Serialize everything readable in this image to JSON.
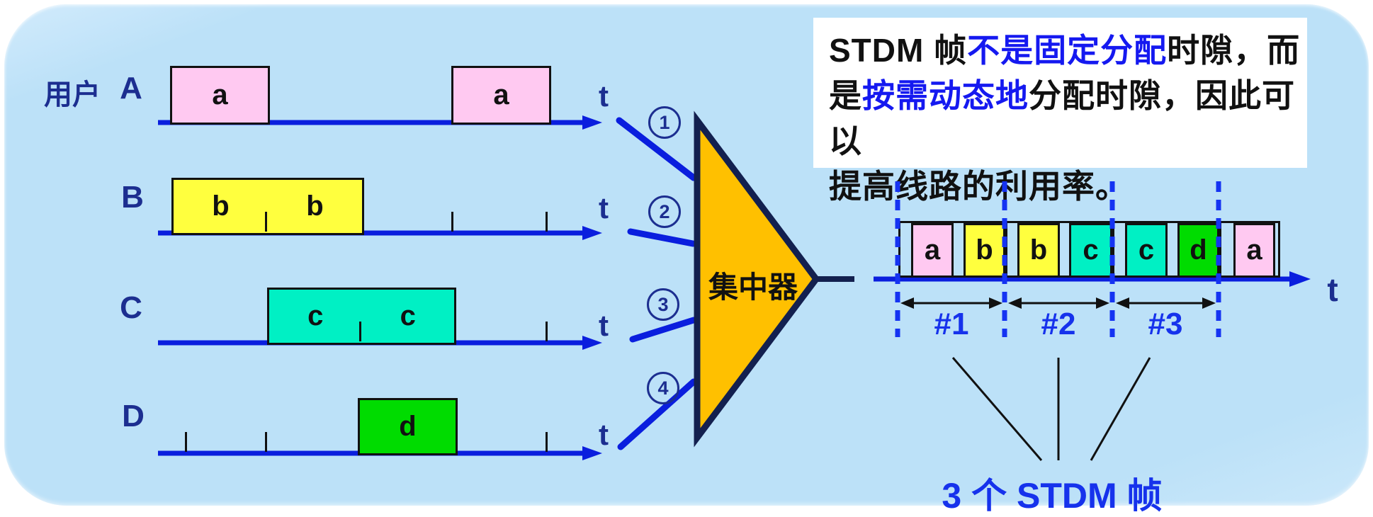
{
  "note": {
    "lines": [
      {
        "segments": [
          {
            "text": "STDM 帧",
            "color": "#111111"
          },
          {
            "text": "不是固定分配",
            "color": "#1519F0"
          },
          {
            "text": "时隙，而",
            "color": "#111111"
          }
        ]
      },
      {
        "segments": [
          {
            "text": "是",
            "color": "#111111"
          },
          {
            "text": "按需动态地",
            "color": "#1519F0"
          },
          {
            "text": "分配时隙，因此可以",
            "color": "#111111"
          }
        ]
      },
      {
        "segments": [
          {
            "text": "提高线路的利用率。",
            "color": "#111111"
          }
        ]
      }
    ]
  },
  "users_label": "用户",
  "rows": [
    {
      "label": "A",
      "t_label": "t",
      "port": "1",
      "blocks": [
        {
          "letter": "a"
        },
        {
          "letter": "a"
        }
      ]
    },
    {
      "label": "B",
      "t_label": "t",
      "port": "2",
      "blocks": [
        {
          "letter": "b"
        },
        {
          "letter": "b"
        }
      ]
    },
    {
      "label": "C",
      "t_label": "t",
      "port": "3",
      "blocks": [
        {
          "letter": "c"
        },
        {
          "letter": "c"
        }
      ]
    },
    {
      "label": "D",
      "t_label": "t",
      "port": "4",
      "blocks": [
        {
          "letter": "d"
        }
      ]
    }
  ],
  "concentrator": {
    "label": "集中器"
  },
  "output": {
    "slots": [
      "a",
      "b",
      "b",
      "c",
      "c",
      "d",
      "a"
    ],
    "frame_labels": [
      "#1",
      "#2",
      "#3"
    ],
    "t_label": "t",
    "caption": "3 个 STDM 帧"
  },
  "colors": {
    "panel_bg": "#BCE1F8",
    "line_blue": "#0A1EDE",
    "dotted_blue": "#1533F2",
    "accent_blue": "#1632EC",
    "note_blue": "#1519F0",
    "navy": "#1C2E90",
    "triangle_fill": "#FFC000",
    "triangle_border": "#13204F",
    "slot_a": "#FFC9F1",
    "slot_b": "#FFFF3E",
    "slot_c": "#00F0C4",
    "slot_d": "#00DC00"
  }
}
